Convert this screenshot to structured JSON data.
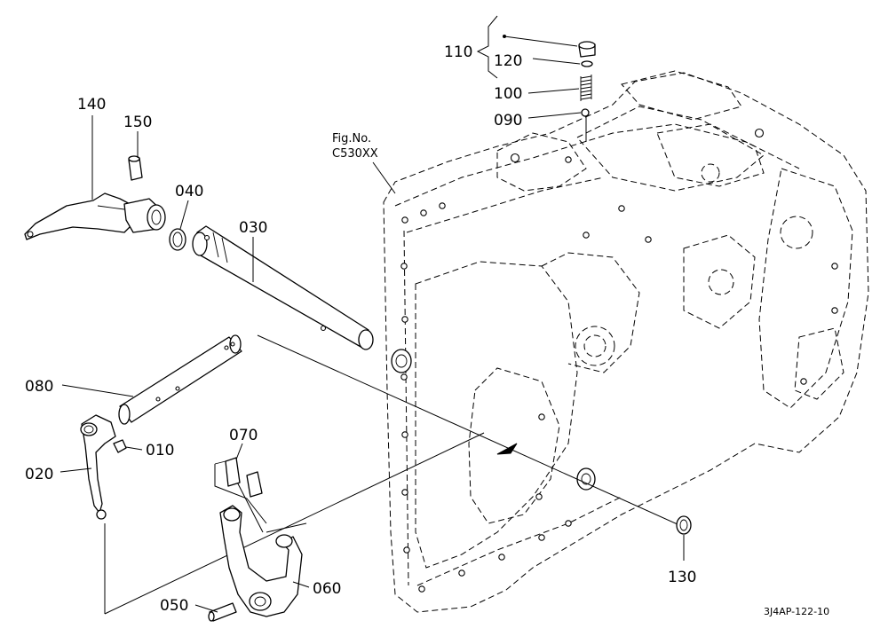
{
  "diagram": {
    "callouts": {
      "p010": "010",
      "p020": "020",
      "p030": "030",
      "p040": "040",
      "p050": "050",
      "p060": "060",
      "p070": "070",
      "p080": "080",
      "p090": "090",
      "p100": "100",
      "p110": "110",
      "p120": "120",
      "p130": "130",
      "p140": "140",
      "p150": "150"
    },
    "figure_reference": {
      "line1": "Fig.No.",
      "line2": "C530XX"
    },
    "drawing_code": "3J4AP-122-10"
  }
}
